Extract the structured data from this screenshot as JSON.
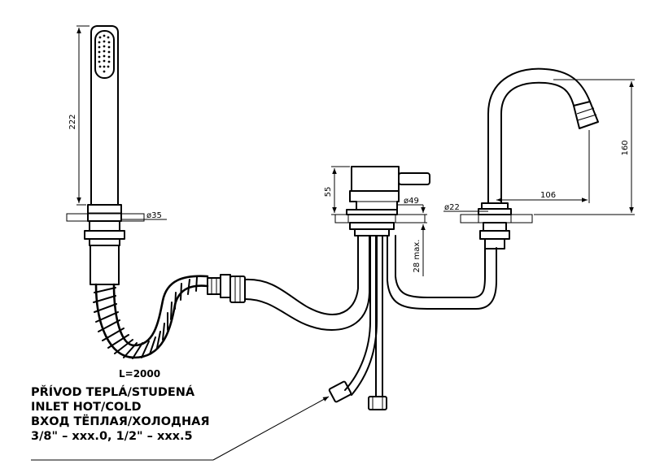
{
  "dimensions": {
    "shower_length": "222",
    "shower_diameter": "ø35",
    "hose_length": "L=2000",
    "mixer_height": "55",
    "mixer_diameter": "ø49",
    "mount_depth": "28 max.",
    "spout_diameter": "ø22",
    "spout_reach": "106",
    "spout_height": "160"
  },
  "note": {
    "line1": "PŘÍVOD TEPLÁ/STUDENÁ",
    "line2": "INLET HOT/COLD",
    "line3": "ВХОД ТЁПЛАЯ/ХОЛОДНАЯ",
    "line4": "3/8\" – xxx.0, 1/2\" – xxx.5"
  }
}
